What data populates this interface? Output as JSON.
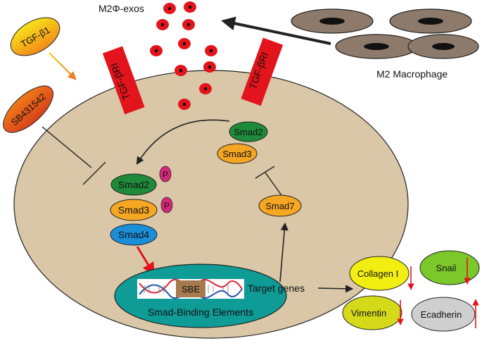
{
  "labels": {
    "exos": "M2Φ-exos",
    "macrophage": "M2 Macrophage",
    "tgf": "TGF-β1",
    "inhibitor": "SB431542",
    "receptor1": "TGF-βRI",
    "receptor2": "TGF-βRI",
    "smad2_cyto": "Smad2",
    "smad3_cyto": "Smad3",
    "smad2_p": "Smad2",
    "smad3_p": "Smad3",
    "smad4": "Smad4",
    "phospho1": "P",
    "phospho2": "P",
    "smad7": "Smad7",
    "sbe": "SBE",
    "sbe_full": "Smad-Binding Elements",
    "target_genes": "Target genes",
    "collagen": "Collagen I",
    "snail": "Snail",
    "vimentin": "Vimentin",
    "ecadherin": "Ecadherin"
  },
  "colors": {
    "cell": "#d9c7a8",
    "nucleus": "#0f9b96",
    "exosome": "#e3141b",
    "receptor": "#e3141b",
    "macrophage": "#8d7a6a",
    "smad2": "#1f8a3a",
    "smad3": "#f5a623",
    "smad4": "#1a8fd8",
    "phospho": "#d6287a",
    "collagen": "#f2ee12",
    "snail": "#7cc82a",
    "vimentin": "#d4d91a",
    "ecadherin": "#cfcfcf",
    "down_arrow": "#e3141b",
    "up_arrow": "#e3141b"
  },
  "icons": {
    "down": "down-arrow-icon",
    "up": "up-arrow-icon"
  }
}
